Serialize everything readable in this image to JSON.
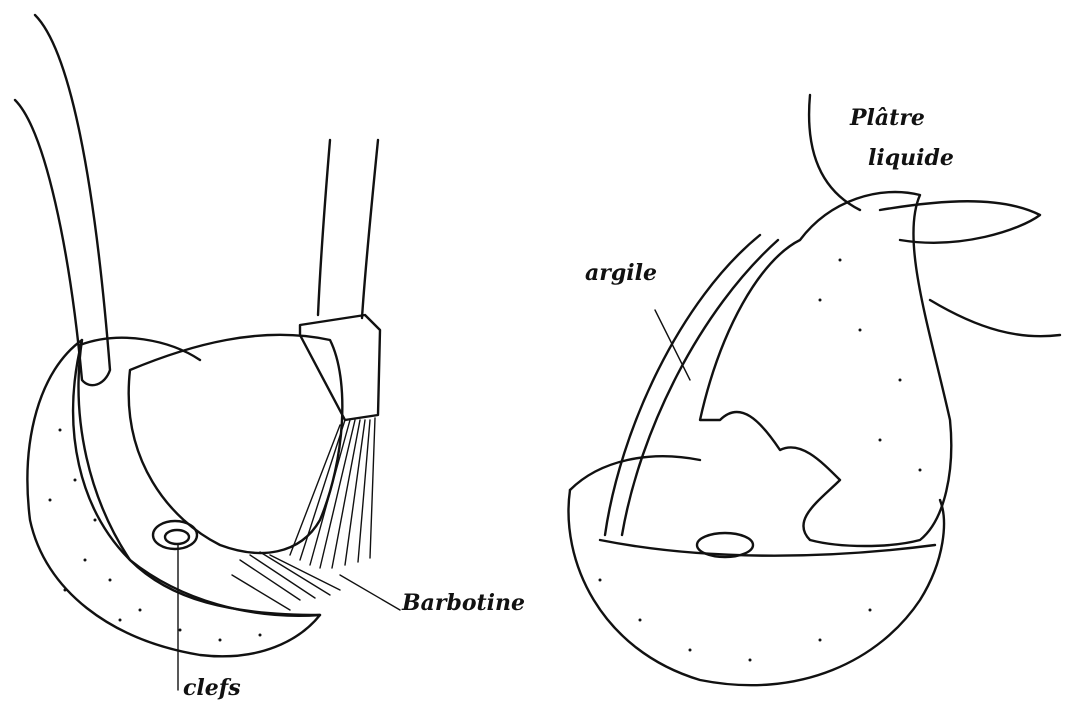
{
  "labels": {
    "clefs": "clefs",
    "barbotine": "Barbotine",
    "argile": "argile",
    "platre_line1": "Plâtre",
    "platre_line2": "liquide"
  }
}
